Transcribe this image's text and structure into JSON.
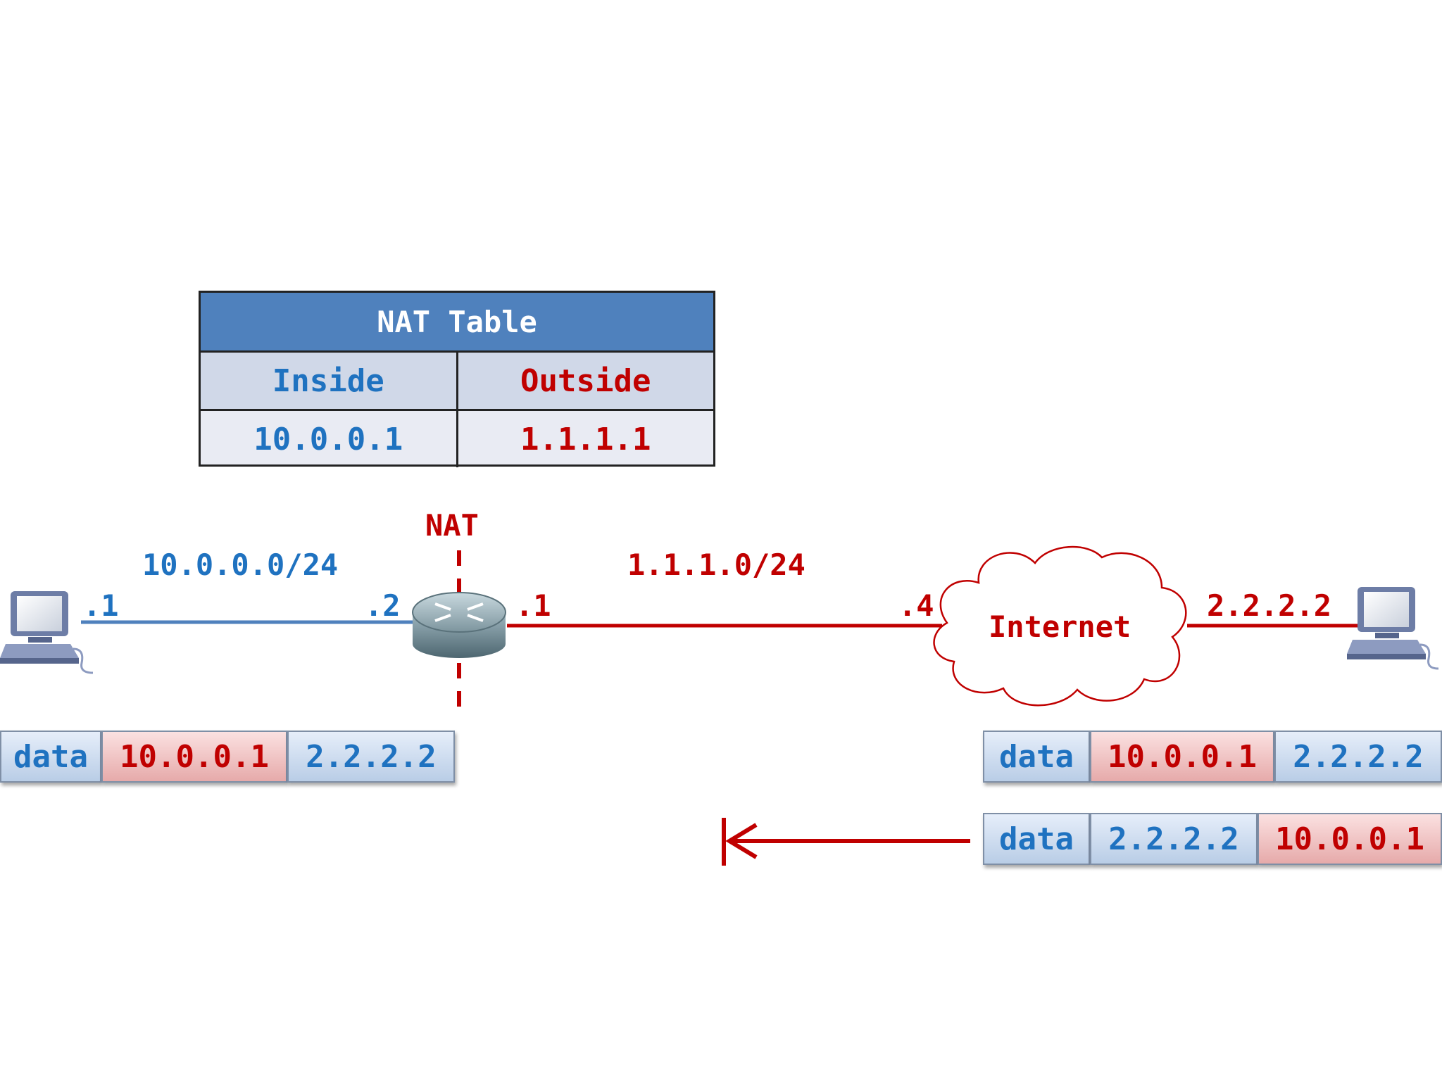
{
  "nat_table": {
    "title": "NAT Table",
    "headers": {
      "inside": "Inside",
      "outside": "Outside"
    },
    "row": {
      "inside": "10.0.0.1",
      "outside": "1.1.1.1"
    }
  },
  "labels": {
    "nat": "NAT",
    "inside_net": "10.0.0.0/24",
    "outside_net": "1.1.1.0/24",
    "host_left_ip": ".1",
    "router_inside_ip": ".2",
    "router_outside_ip": ".1",
    "isp_ip": ".4",
    "internet": "Internet",
    "remote_host_ip": "2.2.2.2"
  },
  "packets": {
    "left": [
      "data",
      "10.0.0.1",
      "2.2.2.2"
    ],
    "right_top": [
      "data",
      "10.0.0.1",
      "2.2.2.2"
    ],
    "right_bottom": [
      "data",
      "2.2.2.2",
      "10.0.0.1"
    ]
  },
  "colors": {
    "inside": "#1f72c0",
    "outside": "#c00000",
    "table_header": "#4f81bd"
  }
}
